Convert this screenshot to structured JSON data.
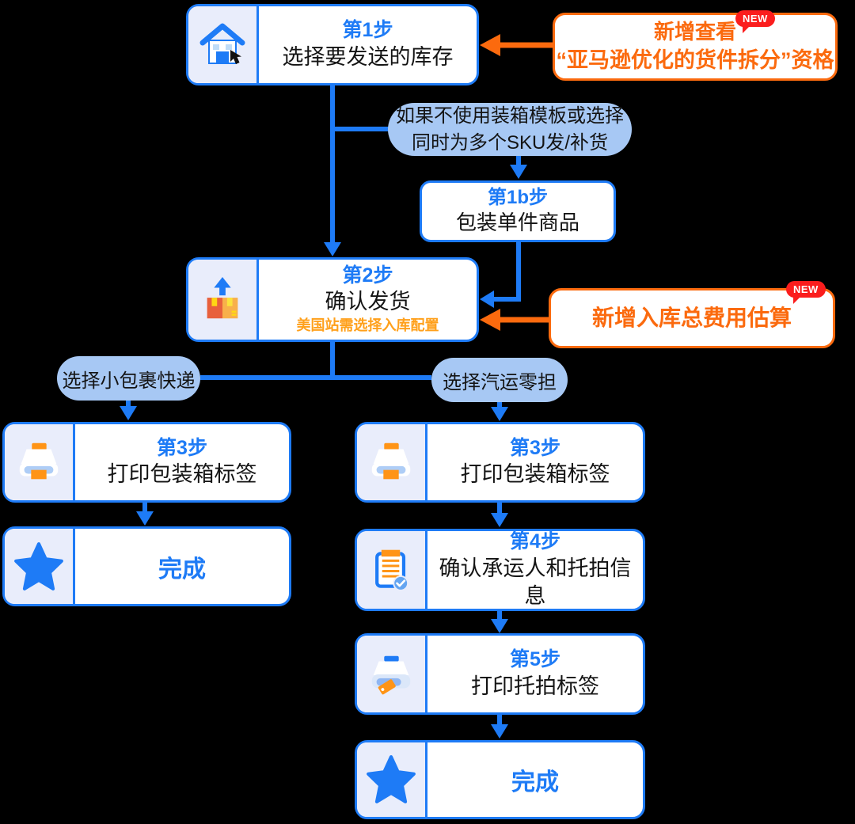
{
  "colors": {
    "background": "#000000",
    "blue": "#1e7bf6",
    "orange": "#fb6a0e",
    "note_orange": "#ffa01b",
    "badge_red": "#fb1d1d",
    "pill_bg": "#a7c8f4",
    "panel_bg": "#e9edfb"
  },
  "nodes": {
    "step1": {
      "title": "第1步",
      "label": "选择要发送的库存",
      "icon": "house-icon"
    },
    "callout_split": {
      "line1": "新增查看",
      "line2": "“亚马逊优化的货件拆分”资格",
      "badge": "NEW"
    },
    "condition": {
      "line1": "如果不使用装箱模板或选择",
      "line2": "同时为多个SKU发/补货"
    },
    "step1b": {
      "title": "第1b步",
      "label": "包装单件商品"
    },
    "step2": {
      "title": "第2步",
      "label": "确认发货",
      "note": "美国站需选择入库配置",
      "icon": "box-up-arrow-icon"
    },
    "callout_fee": {
      "text": "新增入库总费用估算",
      "badge": "NEW"
    },
    "branch_left": {
      "label": "选择小包裹快递"
    },
    "branch_right": {
      "label": "选择汽运零担"
    },
    "left_step3": {
      "title": "第3步",
      "label": "打印包装箱标签",
      "icon": "printer-icon"
    },
    "left_done": {
      "label": "完成",
      "icon": "star-icon"
    },
    "right_step3": {
      "title": "第3步",
      "label": "打印包装箱标签",
      "icon": "printer-icon"
    },
    "right_step4": {
      "title": "第4步",
      "label": "确认承运人和托拍信息",
      "icon": "clipboard-check-icon"
    },
    "right_step5": {
      "title": "第5步",
      "label": "打印托拍标签",
      "icon": "printer-tag-icon"
    },
    "right_done": {
      "label": "完成",
      "icon": "star-icon"
    }
  }
}
